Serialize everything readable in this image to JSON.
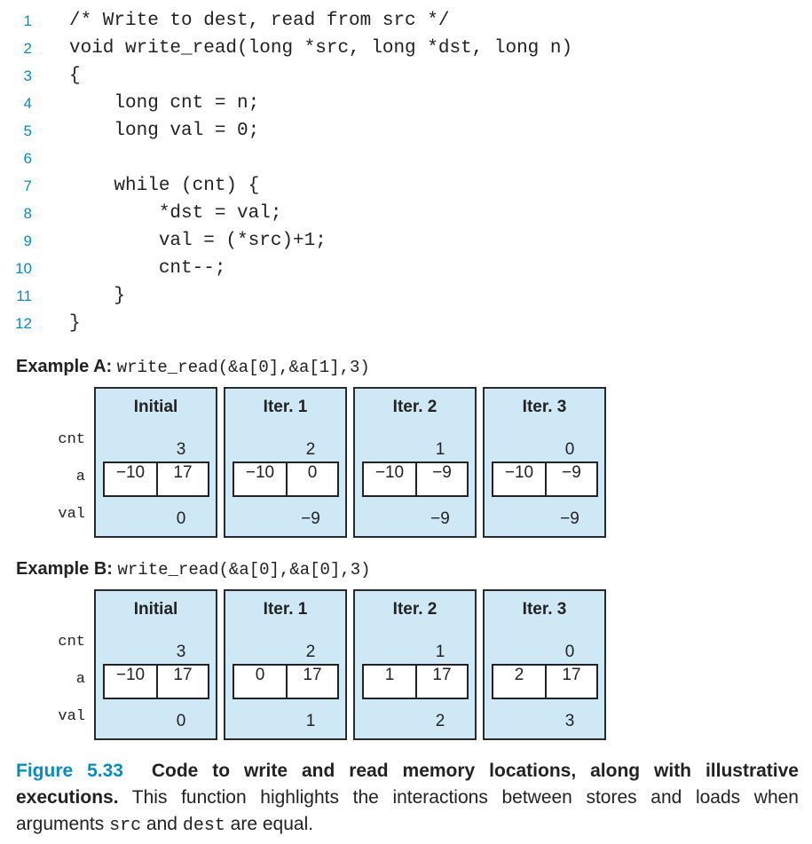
{
  "code": [
    {
      "n": "1",
      "text": "/* Write to dest, read from src */"
    },
    {
      "n": "2",
      "text": "void write_read(long *src, long *dst, long n)"
    },
    {
      "n": "3",
      "text": "{"
    },
    {
      "n": "4",
      "text": "    long cnt = n;"
    },
    {
      "n": "5",
      "text": "    long val = 0;"
    },
    {
      "n": "6",
      "text": ""
    },
    {
      "n": "7",
      "text": "    while (cnt) {"
    },
    {
      "n": "8",
      "text": "        *dst = val;"
    },
    {
      "n": "9",
      "text": "        val = (*src)+1;"
    },
    {
      "n": "10",
      "text": "        cnt--;"
    },
    {
      "n": "11",
      "text": "    }"
    },
    {
      "n": "12",
      "text": "}"
    }
  ],
  "row_labels": {
    "cnt": "cnt",
    "a": "a",
    "val": "val"
  },
  "examples": [
    {
      "label": "Example A:",
      "call": "write_read(&a[0],&a[1],3)",
      "panels": [
        {
          "title": "Initial",
          "cnt": "3",
          "a0": "−10",
          "a1": "17",
          "val": "0"
        },
        {
          "title": "Iter. 1",
          "cnt": "2",
          "a0": "−10",
          "a1": "0",
          "val": "−9"
        },
        {
          "title": "Iter. 2",
          "cnt": "1",
          "a0": "−10",
          "a1": "−9",
          "val": "−9"
        },
        {
          "title": "Iter. 3",
          "cnt": "0",
          "a0": "−10",
          "a1": "−9",
          "val": "−9"
        }
      ]
    },
    {
      "label": "Example B:",
      "call": "write_read(&a[0],&a[0],3)",
      "panels": [
        {
          "title": "Initial",
          "cnt": "3",
          "a0": "−10",
          "a1": "17",
          "val": "0"
        },
        {
          "title": "Iter. 1",
          "cnt": "2",
          "a0": "0",
          "a1": "17",
          "val": "1"
        },
        {
          "title": "Iter. 2",
          "cnt": "1",
          "a0": "1",
          "a1": "17",
          "val": "2"
        },
        {
          "title": "Iter. 3",
          "cnt": "0",
          "a0": "2",
          "a1": "17",
          "val": "3"
        }
      ]
    }
  ],
  "caption": {
    "number": "Figure 5.33",
    "title": "Code to write and read memory locations, along with illustrative executions.",
    "text_1": "This function highlights the interactions between stores and loads when arguments",
    "src": "src",
    "and": "and",
    "dest": "dest",
    "text_2": "are equal."
  },
  "colors": {
    "accent": "#0a8bbf",
    "panel_fill": "#cfe8f6"
  }
}
